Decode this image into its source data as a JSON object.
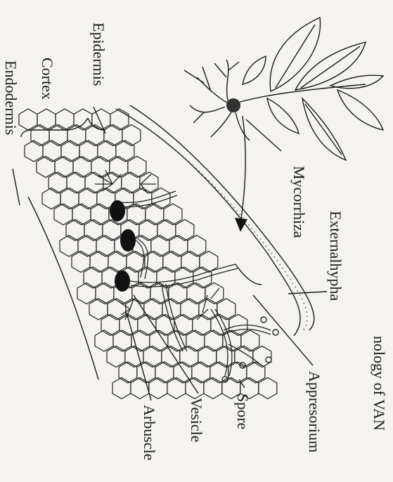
{
  "labels": {
    "epidermis": "Epidermis",
    "cortex": "Cortex",
    "endodermis": "Endodermis",
    "mycorrhiza": "Mycorrhiza",
    "external_hypha": "Externalhypha",
    "appresorium": "Appresorium",
    "spore": "Spore",
    "vesicle": "Vesicle",
    "arbuscle": "Arbuscle",
    "caption_fragment": "nology of VAN"
  },
  "colors": {
    "ink": "#1a1a1a",
    "paper": "#f4f3f0"
  }
}
